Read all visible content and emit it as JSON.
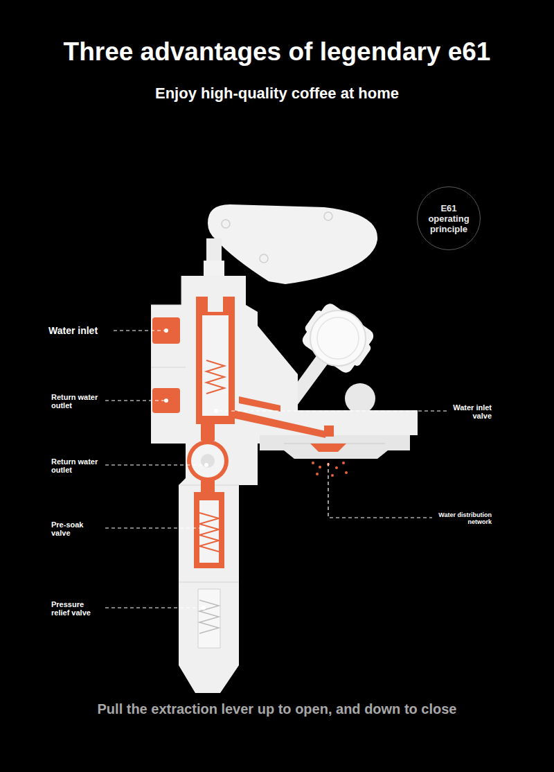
{
  "diagram": {
    "title": "Three advantages of legendary e61",
    "caption": "Pull the extraction lever up to open, and down to close",
    "nodes": [
      {
        "text": [
          "E61 operating principle"
        ]
      }
    ],
    "labels": [
      "Enjoy high-quality coffee at home",
      "Water inlet",
      "Return water outlet",
      "Return water outlet",
      "Pre-soak valve",
      "Pressure relief valve",
      "Water inlet valve",
      "Water distribution network"
    ]
  }
}
